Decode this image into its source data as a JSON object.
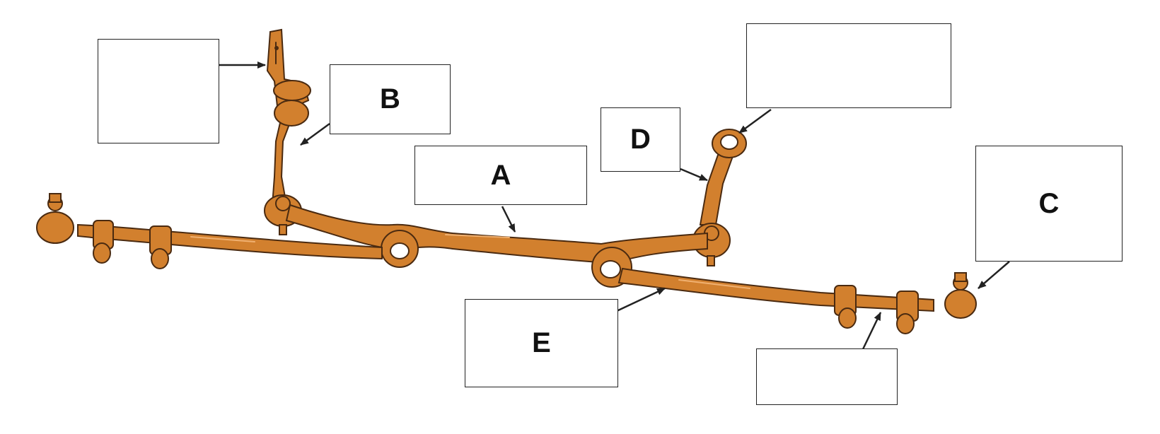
{
  "labels": {
    "A": "A",
    "B": "B",
    "C": "C",
    "D": "D",
    "E": "E"
  },
  "colors": {
    "part": "#D2802E",
    "outline": "#4a2a10",
    "box_border": "#222222"
  }
}
